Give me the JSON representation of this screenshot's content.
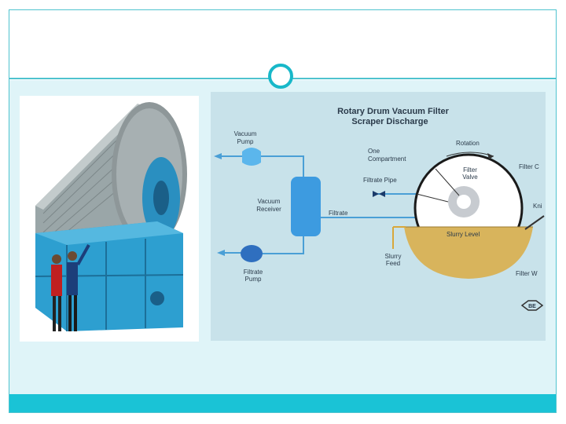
{
  "diagram": {
    "title_line1": "Rotary Drum Vacuum Filter",
    "title_line2": "Scraper Discharge",
    "labels": {
      "vacuum_pump_1": "Vacuum",
      "vacuum_pump_2": "Pump",
      "vacuum_receiver_1": "Vacuum",
      "vacuum_receiver_2": "Receiver",
      "filtrate_pump_1": "Filtrate",
      "filtrate_pump_2": "Pump",
      "filtrate": "Filtrate",
      "filtrate_pipe": "Filtrate Pipe",
      "one_compartment_1": "One",
      "one_compartment_2": "Compartment",
      "rotation": "Rotation",
      "filter_valve_1": "Filter",
      "filter_valve_2": "Valve",
      "filter_cloth": "Filter C",
      "knife": "Kni",
      "slurry_level": "Slurry Level",
      "slurry_feed_1": "Slurry",
      "slurry_feed_2": "Feed",
      "filter_w": "Filter W",
      "logo": "BE"
    }
  },
  "colors": {
    "accent": "#18b8c9",
    "band": "#dff4f8",
    "footer": "#1ac3d6"
  }
}
